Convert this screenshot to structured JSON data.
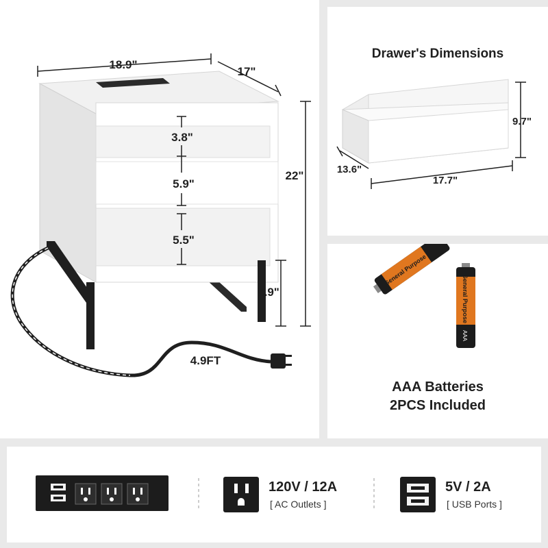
{
  "main": {
    "width_label": "18.9\"",
    "depth_label": "17\"",
    "height_label": "22\"",
    "top_shelf_label": "3.8\"",
    "drawer_label": "5.9\"",
    "bottom_shelf_label": "5.5\"",
    "leg_height_label": "5.9\"",
    "cord_label": "4.9FT"
  },
  "drawer": {
    "title": "Drawer's Dimensions",
    "height_label": "9.7\"",
    "depth_label": "13.6\"",
    "width_label": "17.7\""
  },
  "batteries": {
    "caption_line1": "AAA Batteries",
    "caption_line2": "2PCS Included",
    "brand_label": "General Purpose",
    "size_label": "AAA"
  },
  "specs": {
    "ac_main": "120V / 12A",
    "ac_sub": "[ AC Outlets ]",
    "usb_main": "5V / 2A",
    "usb_sub": "[ USB Ports ]"
  },
  "colors": {
    "background": "#e9e9e9",
    "panel": "#ffffff",
    "text": "#1f1f1f",
    "battery_orange": "#e0771f"
  }
}
